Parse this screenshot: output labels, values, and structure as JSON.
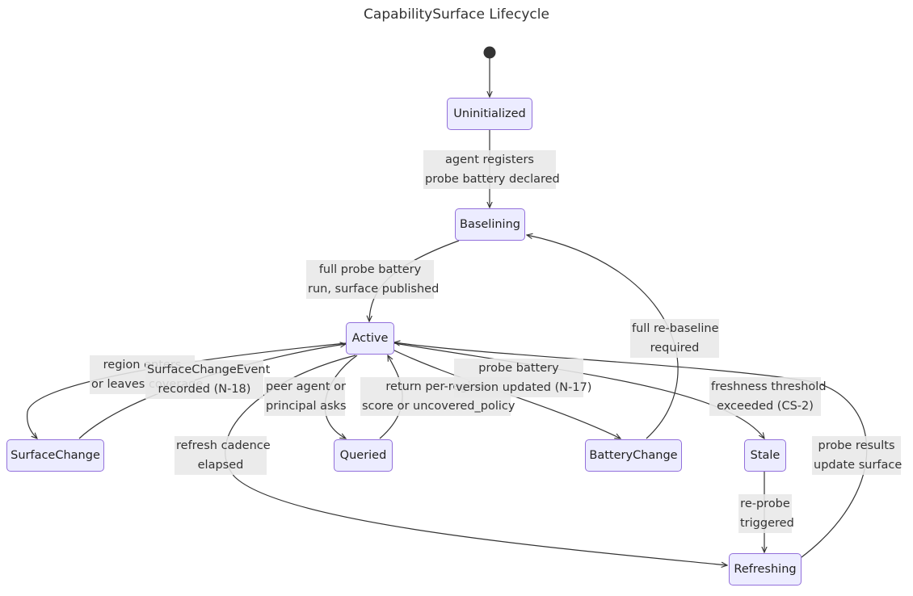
{
  "title": "CapabilitySurface Lifecycle",
  "colors": {
    "node_fill": "#ECECFF",
    "node_border": "#9370DB",
    "edge": "#333333",
    "label_bg": "#E8E8E8",
    "start_dot": "#333333"
  },
  "states": {
    "uninitialized": "Uninitialized",
    "baselining": "Baselining",
    "active": "Active",
    "surface_change": "SurfaceChange",
    "queried": "Queried",
    "battery_change": "BatteryChange",
    "stale": "Stale",
    "refreshing": "Refreshing"
  },
  "transitions": {
    "registers": [
      "agent registers",
      "probe battery declared"
    ],
    "baseline_done": [
      "full probe battery",
      "run, surface published"
    ],
    "region_change": [
      "region enters",
      "or leaves coverage"
    ],
    "change_recorded": [
      "SurfaceChangeEvent",
      "recorded (N-18)"
    ],
    "peer_asks": [
      "peer agent or",
      "principal asks"
    ],
    "return_score": [
      "return per-region",
      "score or uncovered_policy"
    ],
    "battery_updated": [
      "probe battery",
      "version updated (N-17)"
    ],
    "rebaseline": [
      "full re-baseline",
      "required"
    ],
    "freshness": [
      "freshness threshold",
      "exceeded (CS-2)"
    ],
    "refresh_cadence": [
      "refresh cadence",
      "elapsed"
    ],
    "reprobe": [
      "re-probe",
      "triggered"
    ],
    "probe_results": [
      "probe results",
      "update surface"
    ]
  }
}
